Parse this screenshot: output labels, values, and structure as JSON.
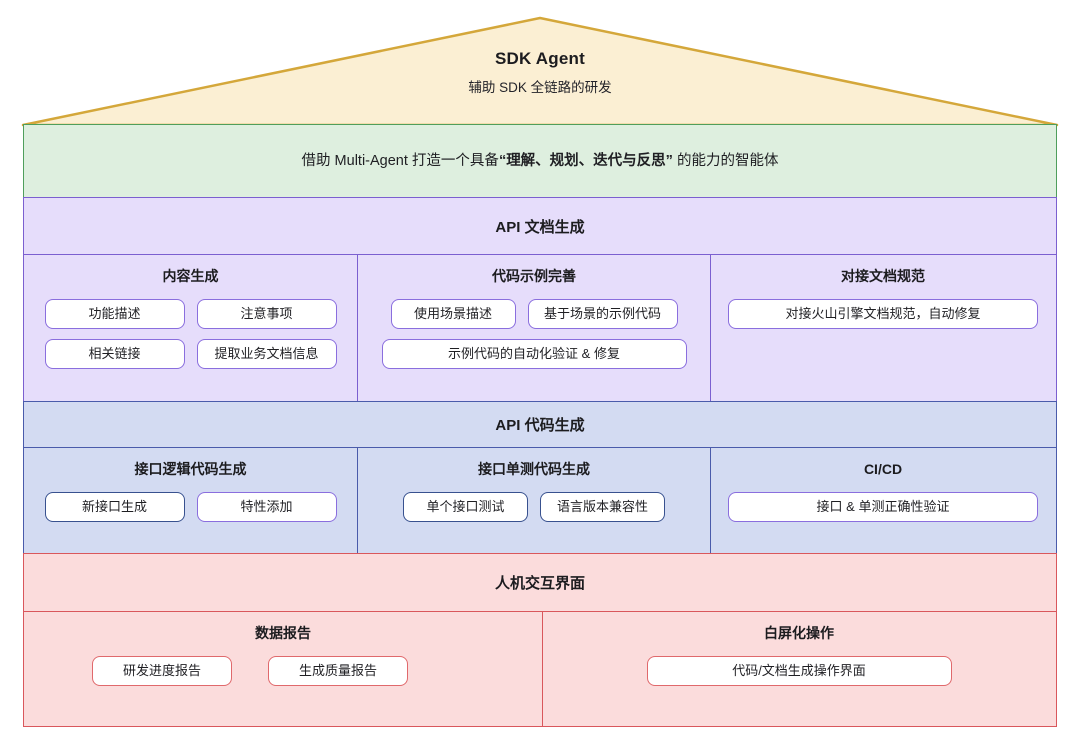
{
  "roof": {
    "title": "SDK Agent",
    "subtitle": "辅助 SDK 全链路的研发",
    "fill_color": "#fbefd3",
    "stroke_color": "#d4a73a"
  },
  "vision_band": {
    "text_before": "借助 Multi-Agent 打造一个具备",
    "text_emphasis": "“理解、规划、迭代与反思”",
    "text_after": " 的能力的智能体",
    "fill_color": "#deefdf",
    "stroke_color": "#4f9e5c"
  },
  "groups": [
    {
      "name": "api-doc-generation",
      "header": "API 文档生成",
      "fill_color": "#e6ddfb",
      "stroke_color": "#7b5fd0",
      "chip_border_color": "#8a6ede",
      "columns": [
        {
          "title": "内容生成",
          "rows": [
            [
              "功能描述",
              "注意事项"
            ],
            [
              "相关链接",
              "提取业务文档信息"
            ]
          ]
        },
        {
          "title": "代码示例完善",
          "rows": [
            [
              "使用场景描述",
              "基于场景的示例代码"
            ],
            [
              "示例代码的自动化验证 & 修复"
            ]
          ]
        },
        {
          "title": "对接文档规范",
          "rows": [
            [
              "对接火山引擎文档规范，自动修复"
            ]
          ]
        }
      ]
    },
    {
      "name": "api-code-generation",
      "header": "API 代码生成",
      "fill_color": "#d3dbf2",
      "stroke_color": "#4a5bab",
      "chip_border_color": "#38518f",
      "columns": [
        {
          "title": "接口逻辑代码生成",
          "rows": [
            [
              "新接口生成",
              "特性添加"
            ]
          ]
        },
        {
          "title": "接口单测代码生成",
          "rows": [
            [
              "单个接口测试",
              "语言版本兼容性"
            ]
          ]
        },
        {
          "title": "CI/CD",
          "rows": [
            [
              "接口 & 单测正确性验证"
            ]
          ]
        }
      ]
    },
    {
      "name": "human-machine-interface",
      "header": "人机交互界面",
      "fill_color": "#fbdcdc",
      "stroke_color": "#d9575c",
      "chip_border_color": "#e0696c",
      "columns": [
        {
          "title": "数据报告",
          "rows": [
            [
              "研发进度报告",
              "生成质量报告"
            ]
          ]
        },
        {
          "title": "白屏化操作",
          "rows": [
            [
              "代码/文档生成操作界面"
            ]
          ]
        }
      ]
    }
  ]
}
